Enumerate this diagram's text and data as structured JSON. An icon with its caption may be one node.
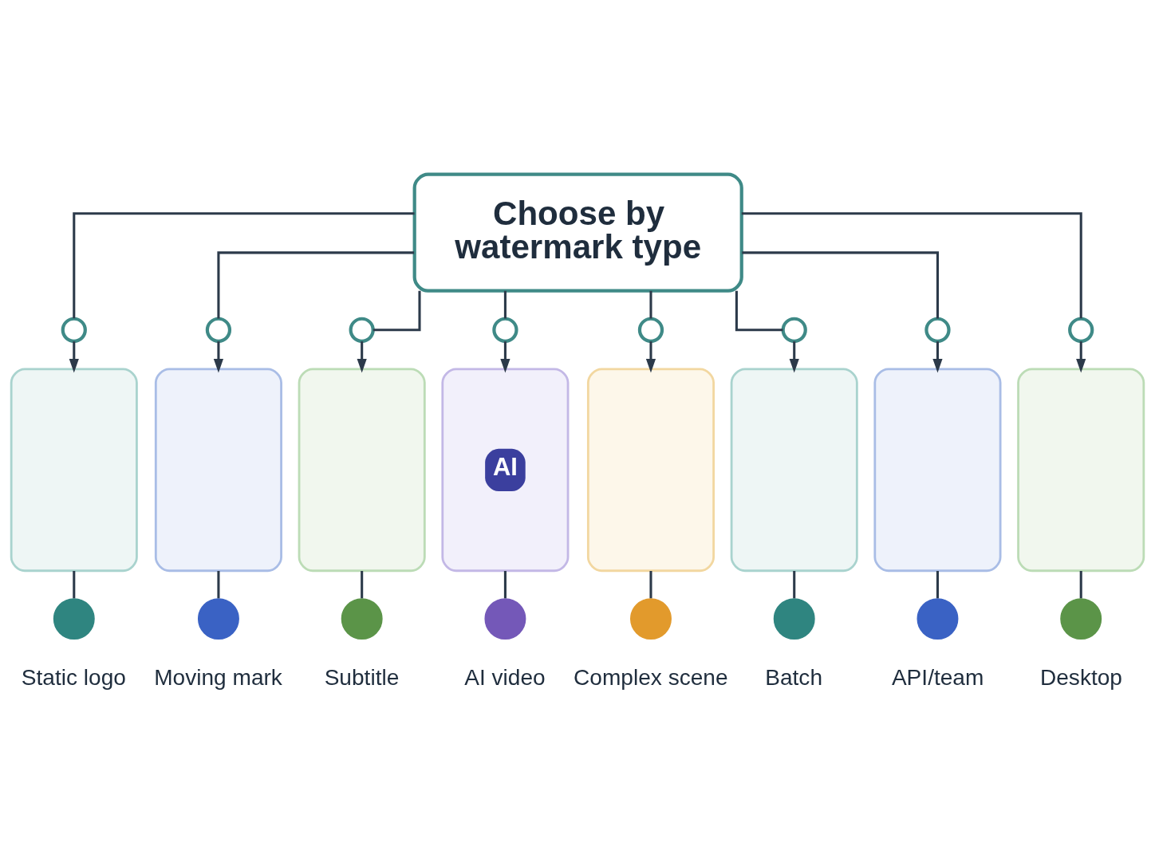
{
  "diagram": {
    "nodes": [
      {
        "text": [
          "Choose by watermark type"
        ]
      },
      {
        "text": [],
        "shape": "circle"
      },
      {
        "text": [],
        "shape": "circle"
      },
      {
        "text": [],
        "shape": "circle"
      },
      {
        "text": [],
        "shape": "circle"
      },
      {
        "text": [],
        "shape": "circle"
      },
      {
        "text": [],
        "shape": "circle"
      },
      {
        "text": [],
        "shape": "circle"
      },
      {
        "text": [],
        "shape": "circle"
      },
      {
        "text": [],
        "shape": "box"
      },
      {
        "text": [],
        "shape": "box"
      },
      {
        "text": [],
        "shape": "box"
      },
      {
        "text": [
          "AI"
        ]
      },
      {
        "text": [],
        "shape": "box"
      },
      {
        "text": [],
        "shape": "box"
      },
      {
        "text": [],
        "shape": "box"
      },
      {
        "text": [],
        "shape": "box"
      },
      {
        "text": [],
        "shape": "circle",
        "beside": [
          "Static logo"
        ]
      },
      {
        "text": [],
        "shape": "circle",
        "beside": [
          "Moving mark"
        ]
      },
      {
        "text": [],
        "shape": "circle",
        "beside": [
          "Subtitle"
        ]
      },
      {
        "text": [],
        "shape": "circle",
        "beside": [
          "AI video"
        ]
      },
      {
        "text": [],
        "shape": "circle",
        "beside": [
          "Complex scene"
        ]
      },
      {
        "text": [],
        "shape": "circle",
        "beside": [
          "Batch"
        ]
      },
      {
        "text": [],
        "shape": "circle",
        "beside": [
          "API/team"
        ]
      },
      {
        "text": [],
        "shape": "circle",
        "beside": [
          "Desktop"
        ]
      }
    ],
    "edges": [
      {
        "from": 0,
        "to": 1,
        "arrow": "none"
      },
      {
        "from": 0,
        "to": 2,
        "arrow": "none"
      },
      {
        "from": 0,
        "to": 3,
        "arrow": "none"
      },
      {
        "from": 0,
        "to": 4,
        "arrow": "none"
      },
      {
        "from": 0,
        "to": 5,
        "arrow": "none"
      },
      {
        "from": 0,
        "to": 6,
        "arrow": "none"
      },
      {
        "from": 0,
        "to": 7,
        "arrow": "none"
      },
      {
        "from": 0,
        "to": 8,
        "arrow": "none"
      },
      {
        "from": 1,
        "to": 9,
        "arrow": "to"
      },
      {
        "from": 2,
        "to": 10,
        "arrow": "to"
      },
      {
        "from": 3,
        "to": 11,
        "arrow": "to"
      },
      {
        "from": 4,
        "to": 12,
        "arrow": "to"
      },
      {
        "from": 5,
        "to": 13,
        "arrow": "to"
      },
      {
        "from": 6,
        "to": 14,
        "arrow": "to"
      },
      {
        "from": 7,
        "to": 15,
        "arrow": "to"
      },
      {
        "from": 8,
        "to": 16,
        "arrow": "to"
      },
      {
        "from": 9,
        "to": 17,
        "arrow": "none"
      },
      {
        "from": 10,
        "to": 18,
        "arrow": "none"
      },
      {
        "from": 11,
        "to": 19,
        "arrow": "none"
      },
      {
        "from": 12,
        "to": 20,
        "arrow": "none"
      },
      {
        "from": 13,
        "to": 21,
        "arrow": "none"
      },
      {
        "from": 14,
        "to": 22,
        "arrow": "none"
      },
      {
        "from": 15,
        "to": 23,
        "arrow": "none"
      },
      {
        "from": 16,
        "to": 24,
        "arrow": "none"
      }
    ]
  }
}
